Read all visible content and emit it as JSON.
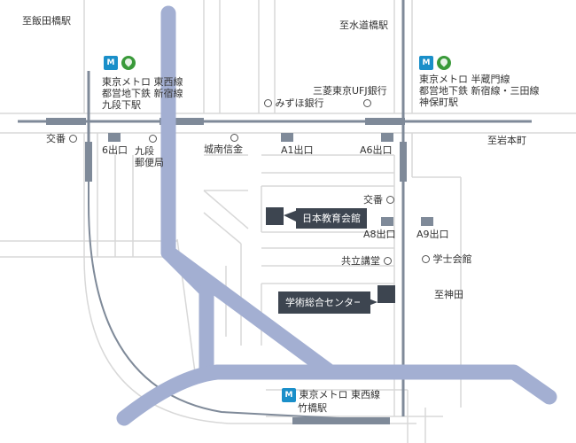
{
  "labels": {
    "to_iidabashi": "至飯田橋駅",
    "to_suidobashi": "至水道橋駅",
    "to_iwamotocho": "至岩本町",
    "to_jinbocho": "至神田"
  },
  "stations": {
    "kudanshita": [
      "東京メトロ 東西線",
      "都営地下鉄 新宿線",
      "九段下駅"
    ],
    "jinbocho": [
      "東京メトロ 半蔵門線",
      "都営地下鉄 新宿線・三田線",
      "神保町駅"
    ],
    "takebashi": [
      "東京メトロ 東西線",
      "竹橋駅"
    ]
  },
  "landmarks": {
    "koban_left": "交番",
    "kudan_post": [
      "九段",
      "郵便局"
    ],
    "jonan": "城南信金",
    "mizuho": "みずほ銀行",
    "mufg": "三菱東京UFJ銀行",
    "koban_right": "交番",
    "kyoritsu": "共立講堂",
    "gakushi": "学士会館"
  },
  "exits": {
    "e6": "6出口",
    "a1": "A1出口",
    "a6": "A6出口",
    "a8": "A8出口",
    "a9": "A9出口"
  },
  "buildings": {
    "nihon_kyoiku": "日本教育会館",
    "gakujutsu": "学術総合センター"
  },
  "icons": {
    "metro": "tokyo-metro-logo",
    "toei": "toei-subway-logo",
    "landmark": "circle-marker",
    "exit": "gray-square-exit-marker"
  },
  "colors": {
    "expressway": "#a3afd2",
    "subway_line": "#7f8a99",
    "street": "#d8d8d8",
    "callout": "#3d4550"
  }
}
